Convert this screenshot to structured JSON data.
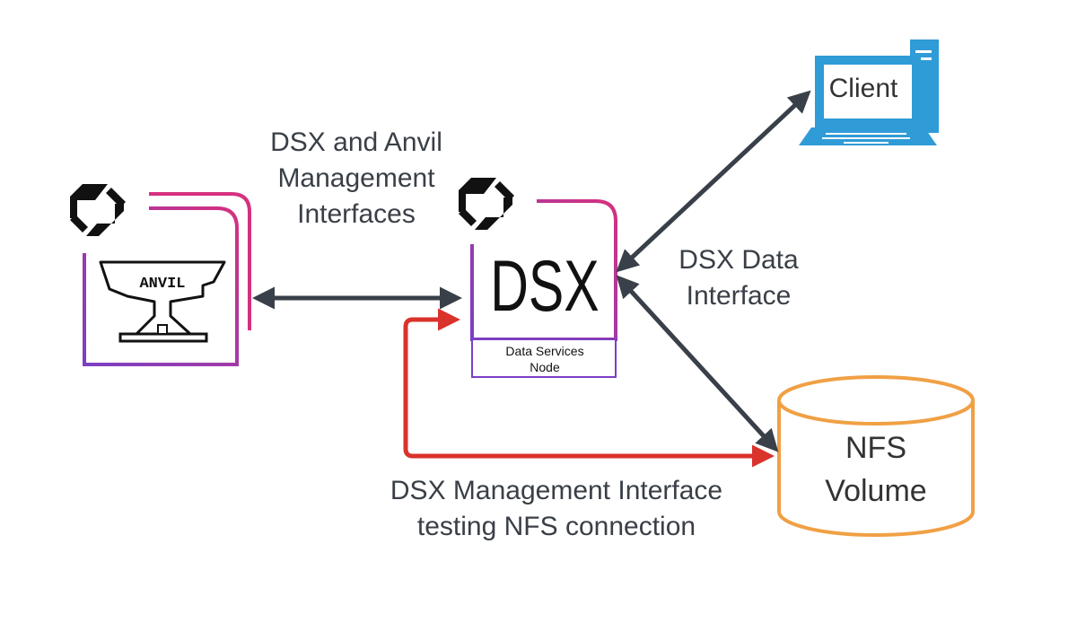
{
  "labels": {
    "mgmt_line1": "DSX and Anvil",
    "mgmt_line2": "Management",
    "mgmt_line3": "Interfaces",
    "data_line1": "DSX Data",
    "data_line2": "Interface",
    "test_line1": "DSX Management Interface",
    "test_line2": "testing NFS connection"
  },
  "nodes": {
    "client": {
      "label": "Client"
    },
    "dsx": {
      "logo": "DSX",
      "caption_line1": "Data Services",
      "caption_line2": "Node"
    },
    "anvil": {
      "label": "ANVIL"
    },
    "nfs": {
      "line1": "NFS",
      "line2": "Volume"
    }
  },
  "colors": {
    "arrow_dark": "#394049",
    "arrow_red": "#d9332b",
    "frame_purple": "#7b3fc4",
    "frame_pink": "#d6307f",
    "client_blue": "#2f9bd7",
    "nfs_orange": "#f0a044",
    "text": "#3a3f47"
  }
}
